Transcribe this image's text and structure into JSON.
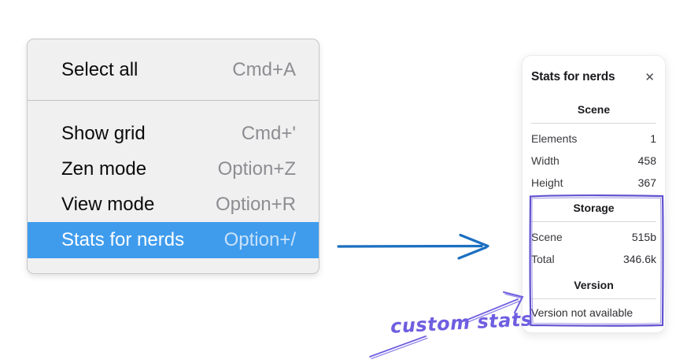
{
  "menu": {
    "items": [
      {
        "label": "Select all",
        "shortcut": "Cmd+A",
        "selected": false
      },
      {
        "label": "Show grid",
        "shortcut": "Cmd+'",
        "selected": false
      },
      {
        "label": "Zen mode",
        "shortcut": "Option+Z",
        "selected": false
      },
      {
        "label": "View mode",
        "shortcut": "Option+R",
        "selected": false
      },
      {
        "label": "Stats for nerds",
        "shortcut": "Option+/",
        "selected": true
      }
    ]
  },
  "panel": {
    "title": "Stats for nerds",
    "close_glyph": "✕",
    "sections": {
      "scene": {
        "heading": "Scene",
        "rows": [
          {
            "label": "Elements",
            "value": "1"
          },
          {
            "label": "Width",
            "value": "458"
          },
          {
            "label": "Height",
            "value": "367"
          }
        ]
      },
      "storage": {
        "heading": "Storage",
        "rows": [
          {
            "label": "Scene",
            "value": "515b"
          },
          {
            "label": "Total",
            "value": "346.6k"
          }
        ]
      },
      "version": {
        "heading": "Version",
        "note": "Version not available"
      }
    }
  },
  "annotation": {
    "label": "custom stats"
  },
  "colors": {
    "menu_highlight": "#3f9ced",
    "arrow_blue": "#1b6fc0",
    "annotation_purple": "#6e5ee0",
    "box_purple": "#6152cf"
  }
}
